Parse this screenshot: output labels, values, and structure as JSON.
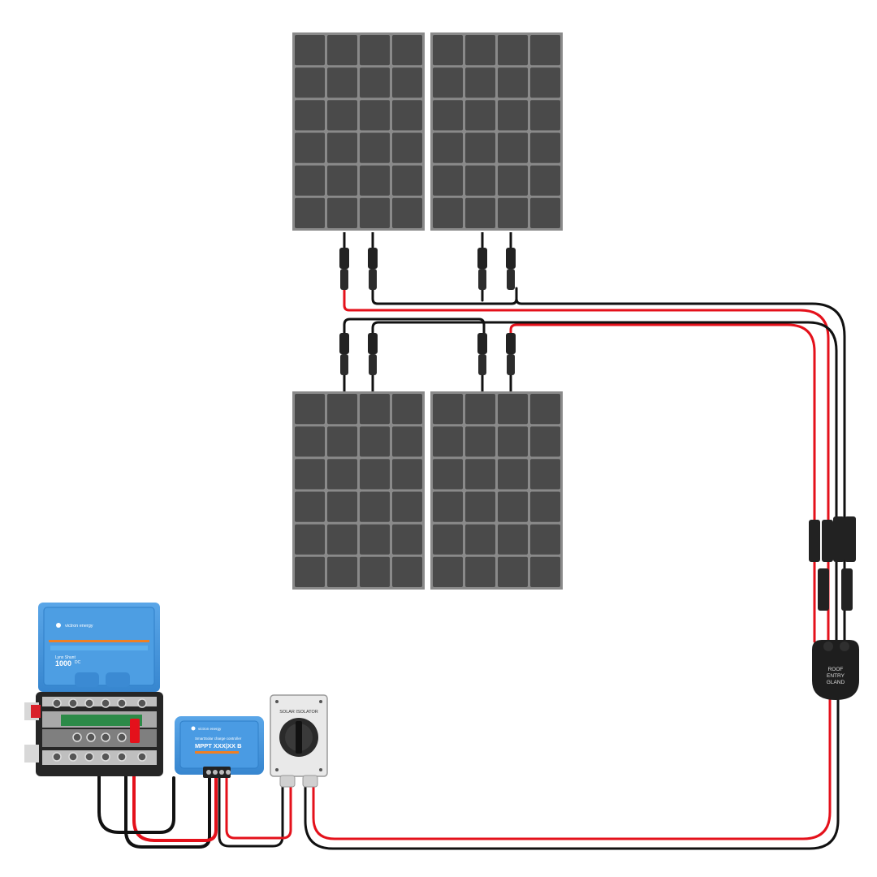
{
  "solar_panels": {
    "count": 4,
    "rows": 6,
    "cols": 4
  },
  "battery_protect": {
    "brand_text": "victron energy",
    "model_line": "Lynx Shunt",
    "rating": "1000",
    "rating_unit": "DC"
  },
  "charge_controller": {
    "brand_text": "victron energy",
    "product_line": "SmartSolar charge controller",
    "model": "MPPT XXX|XX  B"
  },
  "solar_isolator": {
    "label": "SOLAR ISOLATOR"
  },
  "roof_entry_gland": {
    "label_line1": "ROOF",
    "label_line2": "ENTRY",
    "label_line3": "GLAND"
  },
  "colors": {
    "positive_cable": "#e4111b",
    "negative_cable": "#111111",
    "victron_blue": "#3d91d9",
    "panel_cell": "#4a4a4a",
    "panel_frame": "#8a8a8a"
  }
}
